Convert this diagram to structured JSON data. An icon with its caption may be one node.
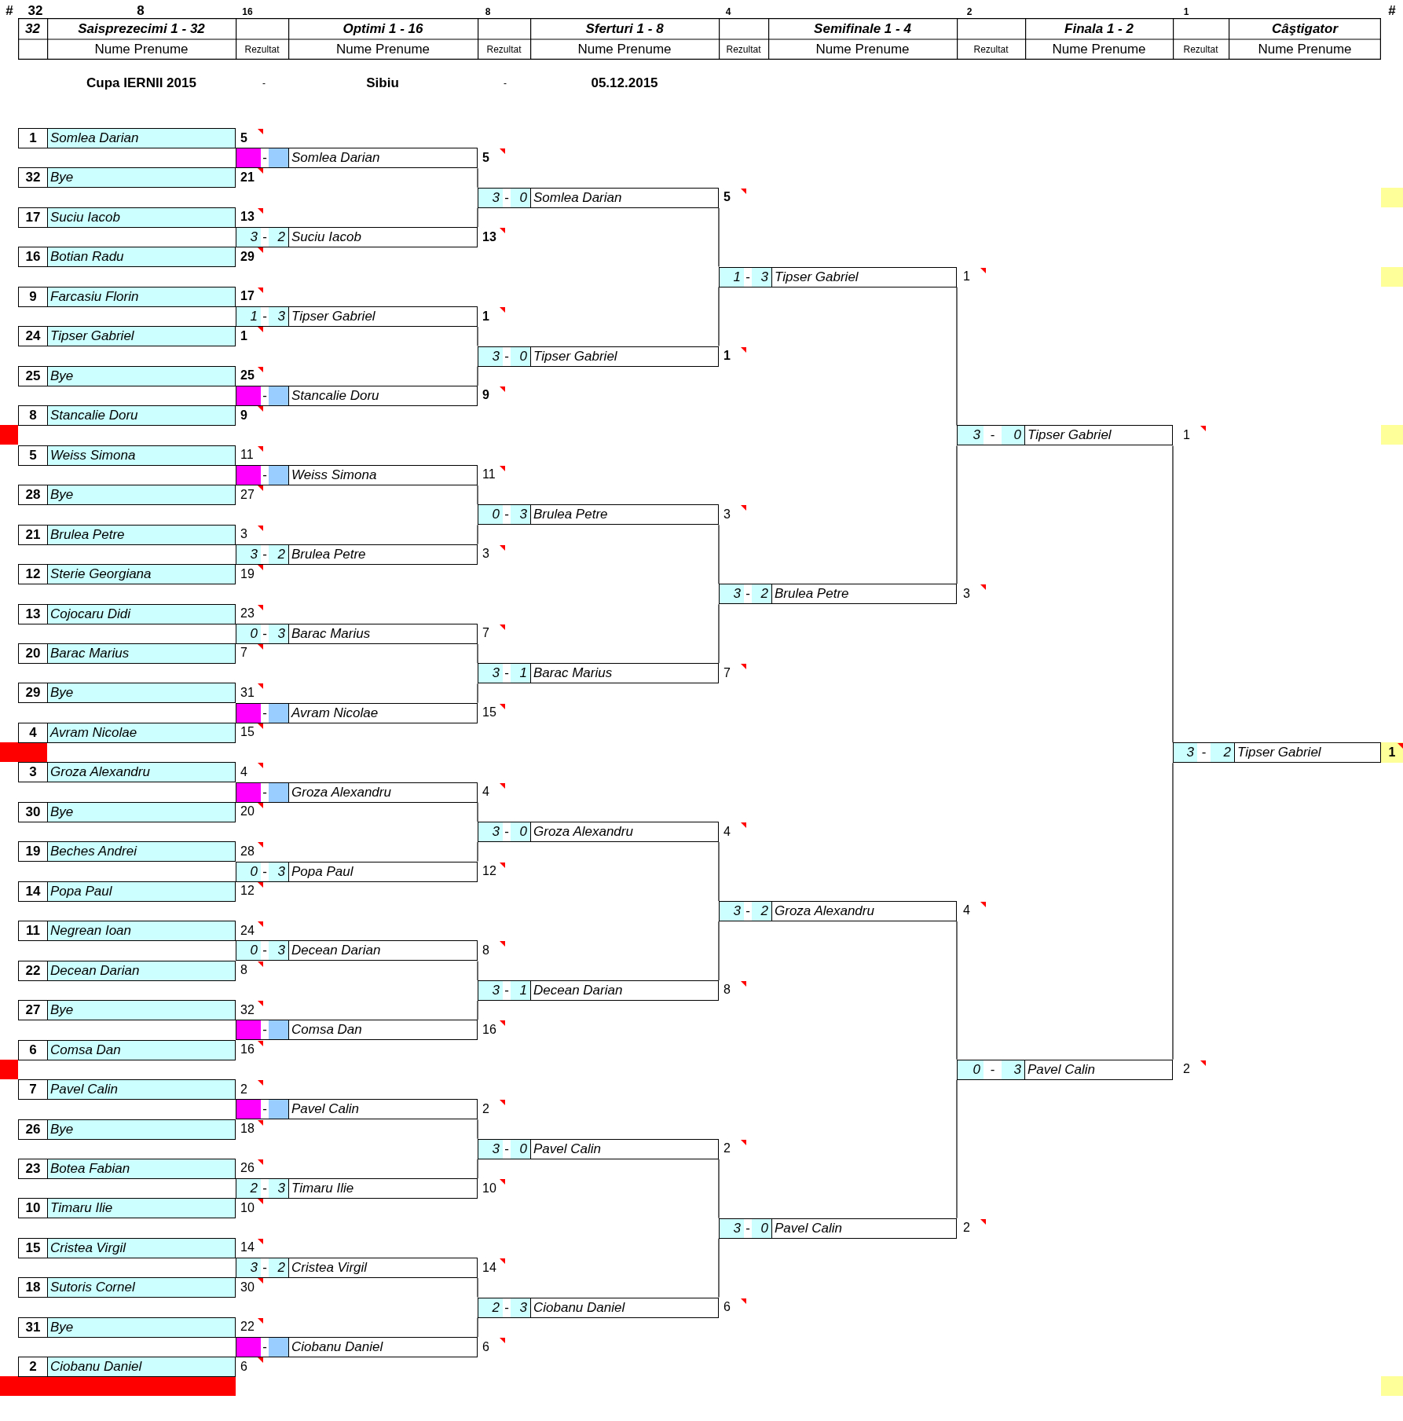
{
  "diagram": {
    "nodes": [
      {
        "text": [
          "1",
          "Somlea Darian"
        ],
        "beside": [
          "5"
        ]
      },
      {
        "text": [
          "32",
          "Bye"
        ],
        "beside": [
          "21"
        ]
      },
      {
        "text": [
          "17",
          "Suciu Iacob"
        ],
        "beside": [
          "13"
        ]
      },
      {
        "text": [
          "16",
          "Botian Radu"
        ],
        "beside": [
          "29"
        ]
      },
      {
        "text": [
          "9",
          "Farcasiu Florin"
        ],
        "beside": [
          "17"
        ]
      },
      {
        "text": [
          "24",
          "Tipser Gabriel"
        ],
        "beside": [
          "1"
        ]
      },
      {
        "text": [
          "25",
          "Bye"
        ],
        "beside": [
          "25"
        ]
      },
      {
        "text": [
          "8",
          "Stancalie Doru"
        ],
        "beside": [
          "9"
        ]
      },
      {
        "text": [
          "5",
          "Weiss Simona"
        ],
        "beside": [
          "11"
        ]
      },
      {
        "text": [
          "28",
          "Bye"
        ],
        "beside": [
          "27"
        ]
      },
      {
        "text": [
          "21",
          "Brulea Petre"
        ],
        "beside": [
          "3"
        ]
      },
      {
        "text": [
          "12",
          "Sterie Georgiana"
        ],
        "beside": [
          "19"
        ]
      },
      {
        "text": [
          "13",
          "Cojocaru Didi"
        ],
        "beside": [
          "23"
        ]
      },
      {
        "text": [
          "20",
          "Barac Marius"
        ],
        "beside": [
          "7"
        ]
      },
      {
        "text": [
          "29",
          "Bye"
        ],
        "beside": [
          "31"
        ]
      },
      {
        "text": [
          "4",
          "Avram Nicolae"
        ],
        "beside": [
          "15"
        ]
      },
      {
        "text": [
          "3",
          "Groza Alexandru"
        ],
        "beside": [
          "4"
        ]
      },
      {
        "text": [
          "30",
          "Bye"
        ],
        "beside": [
          "20"
        ]
      },
      {
        "text": [
          "19",
          "Beches Andrei"
        ],
        "beside": [
          "28"
        ]
      },
      {
        "text": [
          "14",
          "Popa Paul"
        ],
        "beside": [
          "12"
        ]
      },
      {
        "text": [
          "11",
          "Negrean Ioan"
        ],
        "beside": [
          "24"
        ]
      },
      {
        "text": [
          "22",
          "Decean Darian"
        ],
        "beside": [
          "8"
        ]
      },
      {
        "text": [
          "27",
          "Bye"
        ],
        "beside": [
          "32"
        ]
      },
      {
        "text": [
          "6",
          "Comsa Dan"
        ],
        "beside": [
          "16"
        ]
      },
      {
        "text": [
          "7",
          "Pavel Calin"
        ],
        "beside": [
          "2"
        ]
      },
      {
        "text": [
          "26",
          "Bye"
        ],
        "beside": [
          "18"
        ]
      },
      {
        "text": [
          "23",
          "Botea Fabian"
        ],
        "beside": [
          "26"
        ]
      },
      {
        "text": [
          "10",
          "Timaru Ilie"
        ],
        "beside": [
          "10"
        ]
      },
      {
        "text": [
          "15",
          "Cristea Virgil"
        ],
        "beside": [
          "14"
        ]
      },
      {
        "text": [
          "18",
          "Sutoris Cornel"
        ],
        "beside": [
          "30"
        ]
      },
      {
        "text": [
          "31",
          "Bye"
        ],
        "beside": [
          "22"
        ]
      },
      {
        "text": [
          "2",
          "Ciobanu Daniel"
        ],
        "beside": [
          "6"
        ]
      },
      {
        "text": [
          "-",
          "Somlea Darian"
        ],
        "beside": [
          "5"
        ]
      },
      {
        "text": [
          "3",
          "-",
          "2",
          "Suciu Iacob"
        ],
        "beside": [
          "13"
        ]
      },
      {
        "text": [
          "1",
          "-",
          "3",
          "Tipser Gabriel"
        ],
        "beside": [
          "1"
        ]
      },
      {
        "text": [
          "-",
          "Stancalie Doru"
        ],
        "beside": [
          "9"
        ]
      },
      {
        "text": [
          "-",
          "Weiss Simona"
        ],
        "beside": [
          "11"
        ]
      },
      {
        "text": [
          "3",
          "-",
          "2",
          "Brulea Petre"
        ],
        "beside": [
          "3"
        ]
      },
      {
        "text": [
          "0",
          "-",
          "3",
          "Barac Marius"
        ],
        "beside": [
          "7"
        ]
      },
      {
        "text": [
          "-",
          "Avram Nicolae"
        ],
        "beside": [
          "15"
        ]
      },
      {
        "text": [
          "-",
          "Groza Alexandru"
        ],
        "beside": [
          "4"
        ]
      },
      {
        "text": [
          "0",
          "-",
          "3",
          "Popa Paul"
        ],
        "beside": [
          "12"
        ]
      },
      {
        "text": [
          "0",
          "-",
          "3",
          "Decean Darian"
        ],
        "beside": [
          "8"
        ]
      },
      {
        "text": [
          "-",
          "Comsa Dan"
        ],
        "beside": [
          "16"
        ]
      },
      {
        "text": [
          "-",
          "Pavel Calin"
        ],
        "beside": [
          "2"
        ]
      },
      {
        "text": [
          "2",
          "-",
          "3",
          "Timaru Ilie"
        ],
        "beside": [
          "10"
        ]
      },
      {
        "text": [
          "3",
          "-",
          "2",
          "Cristea Virgil"
        ],
        "beside": [
          "14"
        ]
      },
      {
        "text": [
          "-",
          "Ciobanu Daniel"
        ],
        "beside": [
          "6"
        ]
      },
      {
        "text": [
          "3",
          "-",
          "0",
          "Somlea Darian"
        ],
        "beside": [
          "5"
        ]
      },
      {
        "text": [
          "3",
          "-",
          "0",
          "Tipser Gabriel"
        ],
        "beside": [
          "1"
        ]
      },
      {
        "text": [
          "0",
          "-",
          "3",
          "Brulea Petre"
        ],
        "beside": [
          "3"
        ]
      },
      {
        "text": [
          "3",
          "-",
          "1",
          "Barac Marius"
        ],
        "beside": [
          "7"
        ]
      },
      {
        "text": [
          "3",
          "-",
          "0",
          "Groza Alexandru"
        ],
        "beside": [
          "4"
        ]
      },
      {
        "text": [
          "3",
          "-",
          "1",
          "Decean Darian"
        ],
        "beside": [
          "8"
        ]
      },
      {
        "text": [
          "3",
          "-",
          "0",
          "Pavel Calin"
        ],
        "beside": [
          "2"
        ]
      },
      {
        "text": [
          "2",
          "-",
          "3",
          "Ciobanu Daniel"
        ],
        "beside": [
          "6"
        ]
      },
      {
        "text": [
          "1",
          "-",
          "3",
          "Tipser Gabriel"
        ],
        "beside": [
          "1"
        ]
      },
      {
        "text": [
          "3",
          "-",
          "2",
          "Brulea Petre"
        ],
        "beside": [
          "3"
        ]
      },
      {
        "text": [
          "3",
          "-",
          "2",
          "Groza Alexandru"
        ],
        "beside": [
          "4"
        ]
      },
      {
        "text": [
          "3",
          "-",
          "0",
          "Pavel Calin"
        ],
        "beside": [
          "2"
        ]
      },
      {
        "text": [
          "3",
          "-",
          "0",
          "Tipser Gabriel"
        ],
        "beside": [
          "1"
        ]
      },
      {
        "text": [
          "0",
          "-",
          "3",
          "Pavel Calin"
        ],
        "beside": [
          "2"
        ]
      },
      {
        "text": [
          "3",
          "-",
          "2",
          "Tipser Gabriel"
        ],
        "beside": [
          "1"
        ]
      },
      {
        "text": [],
        "shape": "bar"
      },
      {
        "text": [],
        "shape": "bar"
      },
      {
        "text": [],
        "shape": "bar"
      },
      {
        "text": [],
        "shape": "bar"
      }
    ],
    "edges": [
      {
        "from": 32,
        "to": 48,
        "arrow": "none"
      },
      {
        "from": 33,
        "to": 48,
        "arrow": "none"
      },
      {
        "from": 34,
        "to": 49,
        "arrow": "none"
      },
      {
        "from": 35,
        "to": 49,
        "arrow": "none"
      },
      {
        "from": 36,
        "to": 50,
        "arrow": "none"
      },
      {
        "from": 37,
        "to": 50,
        "arrow": "none"
      },
      {
        "from": 38,
        "to": 51,
        "arrow": "none"
      },
      {
        "from": 39,
        "to": 51,
        "arrow": "none"
      },
      {
        "from": 40,
        "to": 52,
        "arrow": "none"
      },
      {
        "from": 41,
        "to": 52,
        "arrow": "none"
      },
      {
        "from": 42,
        "to": 53,
        "arrow": "none"
      },
      {
        "from": 43,
        "to": 53,
        "arrow": "none"
      },
      {
        "from": 44,
        "to": 54,
        "arrow": "none"
      },
      {
        "from": 45,
        "to": 54,
        "arrow": "none"
      },
      {
        "from": 46,
        "to": 55,
        "arrow": "none"
      },
      {
        "from": 47,
        "to": 55,
        "arrow": "none"
      },
      {
        "from": 48,
        "to": 56,
        "arrow": "none"
      },
      {
        "from": 49,
        "to": 56,
        "arrow": "none"
      },
      {
        "from": 50,
        "to": 57,
        "arrow": "none"
      },
      {
        "from": 51,
        "to": 57,
        "arrow": "none"
      },
      {
        "from": 52,
        "to": 58,
        "arrow": "none"
      },
      {
        "from": 53,
        "to": 58,
        "arrow": "none"
      },
      {
        "from": 54,
        "to": 59,
        "arrow": "none"
      },
      {
        "from": 55,
        "to": 59,
        "arrow": "none"
      },
      {
        "from": 56,
        "to": 60,
        "arrow": "none"
      },
      {
        "from": 57,
        "to": 60,
        "arrow": "none"
      },
      {
        "from": 58,
        "to": 61,
        "arrow": "none"
      },
      {
        "from": 59,
        "to": 61,
        "arrow": "none"
      },
      {
        "from": 60,
        "to": 62,
        "arrow": "none"
      },
      {
        "from": 61,
        "to": 62,
        "arrow": "none"
      }
    ],
    "labels": [
      "#",
      "32",
      "8",
      "16",
      "8",
      "4",
      "2",
      "1",
      "#",
      "32",
      "Saisprezecimi 1 - 32",
      "Optimi 1 - 16",
      "Sferturi 1 - 8",
      "Semifinale 1 - 4",
      "Finala 1 - 2",
      "Câştigator",
      "Nume Prenume",
      "Rezultat",
      "Nume Prenume",
      "Rezultat",
      "Nume Prenume",
      "Rezultat",
      "Nume Prenume",
      "Rezultat",
      "Nume Prenume",
      "Rezultat",
      "Nume Prenume",
      "Cupa IERNII 2015",
      "-",
      "Sibiu",
      "-",
      "05.12.2015"
    ]
  }
}
